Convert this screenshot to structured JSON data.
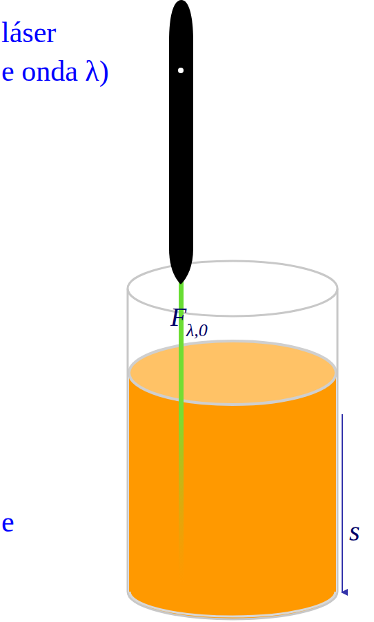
{
  "diagram": {
    "labels": [
      "láser",
      "e onda λ)",
      "F",
      "λ,0",
      "e",
      "s"
    ]
  }
}
